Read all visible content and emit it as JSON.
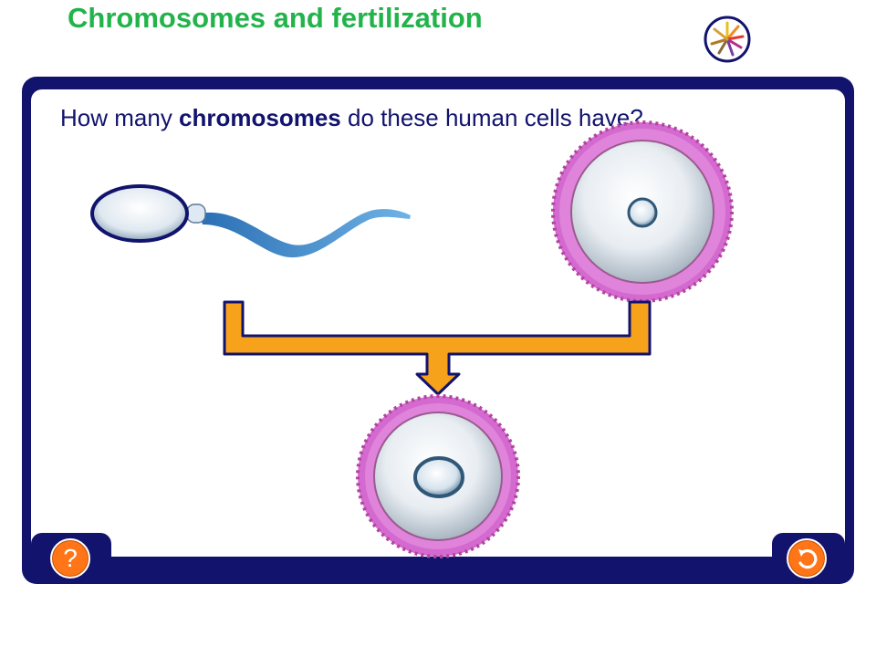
{
  "title": "Chromosomes and fertilization",
  "question": {
    "before": "How many ",
    "bold": "chromosomes",
    "after": " do these human cells have?"
  },
  "help_button": {
    "label": "?",
    "icon": "question-mark-icon"
  },
  "reset_button": {
    "icon": "reset-arrow-icon"
  },
  "logo": {
    "icon": "sunburst-logo-icon"
  },
  "colors": {
    "title": "#22b34a",
    "frame": "#12136d",
    "arrow": "#f7a21b",
    "button": "#ff7518",
    "cell_membrane": "#d46ad0"
  }
}
